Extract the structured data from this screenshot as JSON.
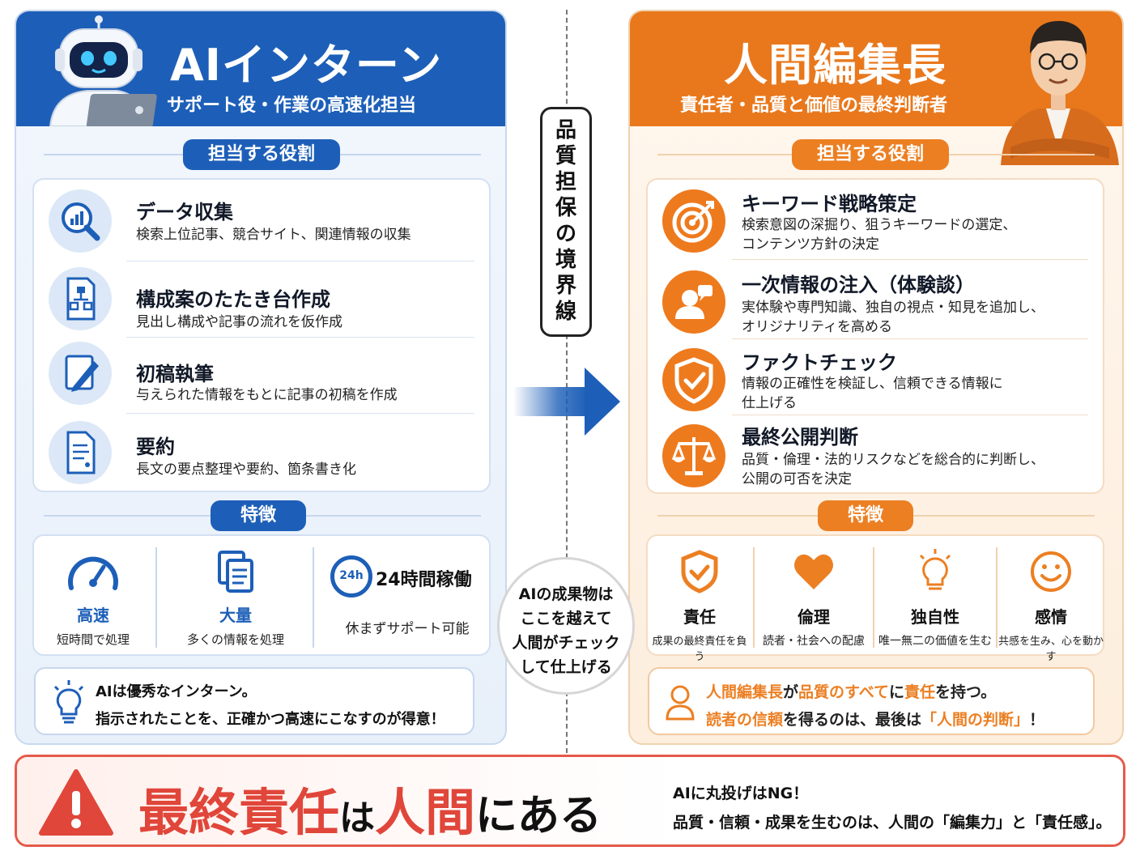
{
  "left": {
    "title": "AIインターン",
    "subtitle": "サポート役・作業の高速化担当",
    "roles_heading": "担当する役割",
    "roles": [
      {
        "title": "データ収集",
        "desc": "検索上位記事、競合サイト、関連情報の収集",
        "icon": "search-chart-icon"
      },
      {
        "title": "構成案のたたき台作成",
        "desc": "見出し構成や記事の流れを仮作成",
        "icon": "sitemap-document-icon"
      },
      {
        "title": "初稿執筆",
        "desc": "与えられた情報をもとに記事の初稿を作成",
        "icon": "pencil-icon"
      },
      {
        "title": "要約",
        "desc": "長文の要点整理や要約、箇条書き化",
        "icon": "summary-document-icon"
      }
    ],
    "features_heading": "特徴",
    "features": [
      {
        "label": "高速",
        "desc": "短時間で処理",
        "icon": "speedometer-icon"
      },
      {
        "label": "大量",
        "desc": "多くの情報を処理",
        "icon": "documents-icon"
      },
      {
        "label": "24時間稼働",
        "desc": "休まずサポート可能",
        "icon": "clock-24h-icon",
        "badge": "24h"
      }
    ],
    "note": {
      "line1": "AIは優秀なインターン。",
      "line2": "指示されたことを、正確かつ高速にこなすのが得意！"
    }
  },
  "right": {
    "title": "人間編集長",
    "subtitle": "責任者・品質と価値の最終判断者",
    "roles_heading": "担当する役割",
    "roles": [
      {
        "title": "キーワード戦略策定",
        "desc1": "検索意図の深掘り、狙うキーワードの選定、",
        "desc2": "コンテンツ方針の決定",
        "icon": "target-icon"
      },
      {
        "title": "一次情報の注入（体験談）",
        "desc1": "実体験や専門知識、独自の視点・知見を追加し、",
        "desc2": "オリジナリティを高める",
        "icon": "person-speech-icon"
      },
      {
        "title": "ファクトチェック",
        "desc1": "情報の正確性を検証し、信頼できる情報に",
        "desc2": "仕上げる",
        "icon": "shield-check-icon"
      },
      {
        "title": "最終公開判断",
        "desc1": "品質・倫理・法的リスクなどを総合的に判断し、",
        "desc2": "公開の可否を決定",
        "icon": "scales-icon"
      }
    ],
    "features_heading": "特徴",
    "features": [
      {
        "label": "責任",
        "desc": "成果の最終責任を負う",
        "icon": "shield-check-icon"
      },
      {
        "label": "倫理",
        "desc": "読者・社会への配慮",
        "icon": "heart-icon"
      },
      {
        "label": "独自性",
        "desc": "唯一無二の価値を生む",
        "icon": "lightbulb-icon"
      },
      {
        "label": "感情",
        "desc": "共感を生み、心を動かす",
        "icon": "smile-icon"
      }
    ],
    "note": {
      "line1_parts": [
        "人間編集長",
        "が",
        "品質のすべて",
        "に",
        "責任",
        "を持つ。"
      ],
      "line2_parts": [
        "読者の",
        "信頼",
        "を得るのは、最後は",
        "「人間の判断」",
        "！"
      ]
    }
  },
  "center": {
    "boundary": "品質担保の境界線",
    "circle_lines": [
      "AIの成果物は",
      "ここを越えて",
      "人間がチェック",
      "して仕上げる"
    ]
  },
  "banner": {
    "headline_parts": [
      "最終責任",
      "は",
      "人間",
      "にある"
    ],
    "sub1": "AIに丸投げはNG！",
    "sub2": "品質・信頼・成果を生むのは、人間の「編集力」と「責任感」。",
    "icon": "warning-icon"
  },
  "colors": {
    "ai_blue": "#1d5fb8",
    "human_orange": "#e9781c",
    "warning_red": "#e0463a"
  }
}
